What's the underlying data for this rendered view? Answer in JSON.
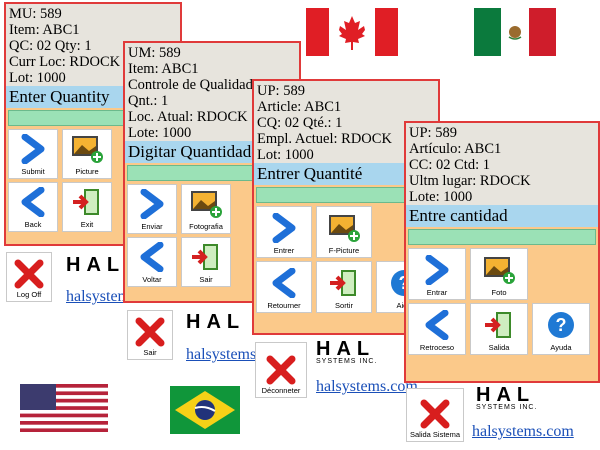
{
  "panels": [
    {
      "lines": [
        "MU: 589",
        "Item: ABC1",
        "QC: 02 Qty: 1",
        "Curr Loc: RDOCK",
        "Lot: 1000"
      ],
      "prompt": "Enter Quantity",
      "buttons": [
        "Submit",
        "Picture",
        "Back",
        "Exit"
      ],
      "logoff": "Log Off",
      "url": "halsystems.com"
    },
    {
      "lines": [
        "UM: 589",
        "Item: ABC1",
        "Controle de Qualidade",
        "Qnt.: 1",
        "Loc. Atual: RDOCK",
        "Lote: 1000"
      ],
      "prompt": "Digitar Quantidade",
      "buttons": [
        "Enviar",
        "Fotografia",
        "Voltar",
        "Sair"
      ],
      "logoff": "Sair",
      "url": "halsystems.com"
    },
    {
      "lines": [
        "UP: 589",
        "Article: ABC1",
        "CQ: 02 Qté.: 1",
        "Empl. Actuel: RDOCK",
        "Lot: 1000"
      ],
      "prompt": "Entrer Quantité",
      "buttons": [
        "Entrer",
        "F-Picture",
        "Retourner",
        "Sortir",
        "Aide"
      ],
      "logoff": "Déconneter",
      "url": "halsystems.com"
    },
    {
      "lines": [
        "UP: 589",
        "Artículo: ABC1",
        "CC: 02 Ctd: 1",
        "Ultm lugar: RDOCK",
        "Lote: 1000"
      ],
      "prompt": "Entre cantidad",
      "buttons": [
        "Entrar",
        "Foto",
        "Retroceso",
        "Salida",
        "Ayuda"
      ],
      "logoff": "Salida Sistema",
      "url": "halsystems.com"
    }
  ],
  "logo": {
    "brand": "HAL",
    "tagline": "SYSTEMS INC."
  },
  "colors": {
    "panel_border": "#e03a3a",
    "panel_bg": "#fbc98a",
    "info_bg": "#e7e4dd",
    "prompt_bg": "#a9d6ee",
    "entry_bg": "#9be1b6",
    "link": "#1a4fb8"
  },
  "flags": [
    "canada-flag",
    "mexico-flag",
    "usa-flag",
    "brazil-flag"
  ]
}
